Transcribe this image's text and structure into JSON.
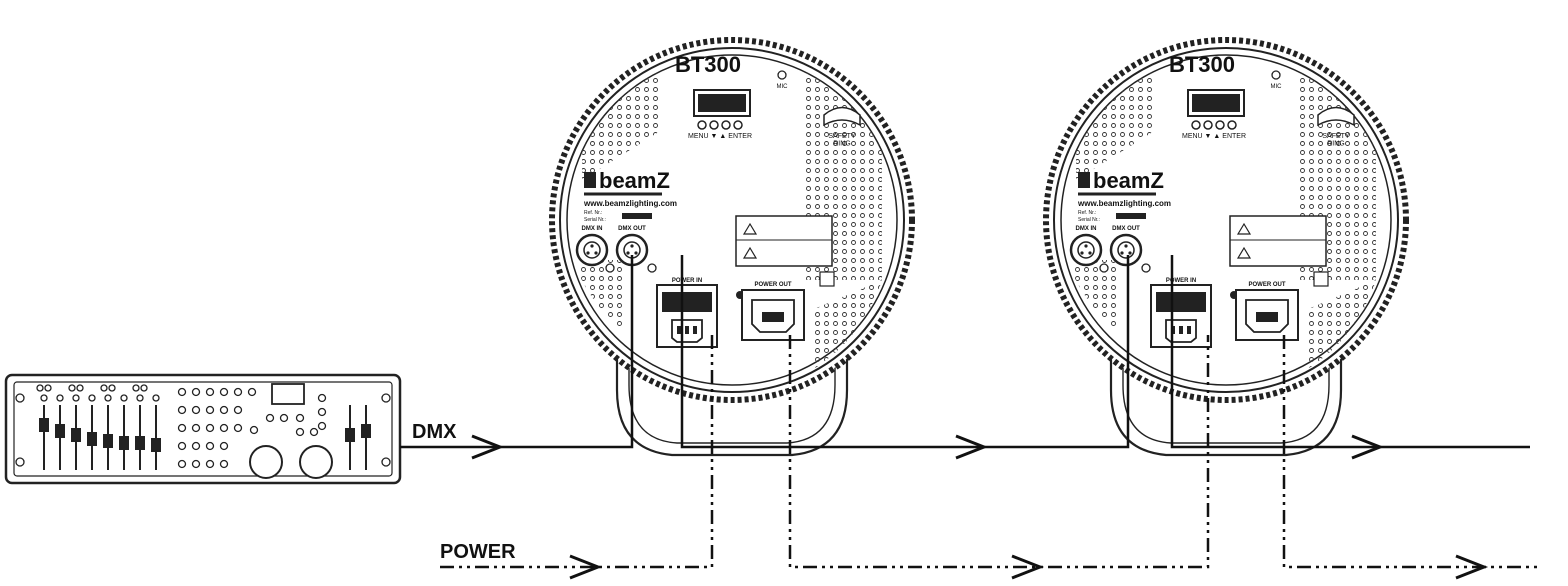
{
  "labels": {
    "dmx": "DMX",
    "power": "POWER"
  },
  "fixtures": [
    {
      "model": "BT300",
      "brand": "beamZ",
      "website": "www.beamzlighting.com",
      "mic": "MIC",
      "buttons": "MENU ▼  ▲ ENTER",
      "safety_ring": "SAFETY\nRING",
      "dmx_in": "DMX IN",
      "dmx_out": "DMX OUT",
      "power_in": "POWER IN",
      "power_out": "POWER OUT",
      "ref": "Ref. Nr.:",
      "serial": "Serial Nr.:"
    },
    {
      "model": "BT300",
      "brand": "beamZ",
      "website": "www.beamzlighting.com",
      "mic": "MIC",
      "buttons": "MENU ▼  ▲ ENTER",
      "safety_ring": "SAFETY\nRING",
      "dmx_in": "DMX IN",
      "dmx_out": "DMX OUT",
      "power_in": "POWER IN",
      "power_out": "POWER OUT",
      "ref": "Ref. Nr.:",
      "serial": "Serial Nr.:"
    }
  ]
}
